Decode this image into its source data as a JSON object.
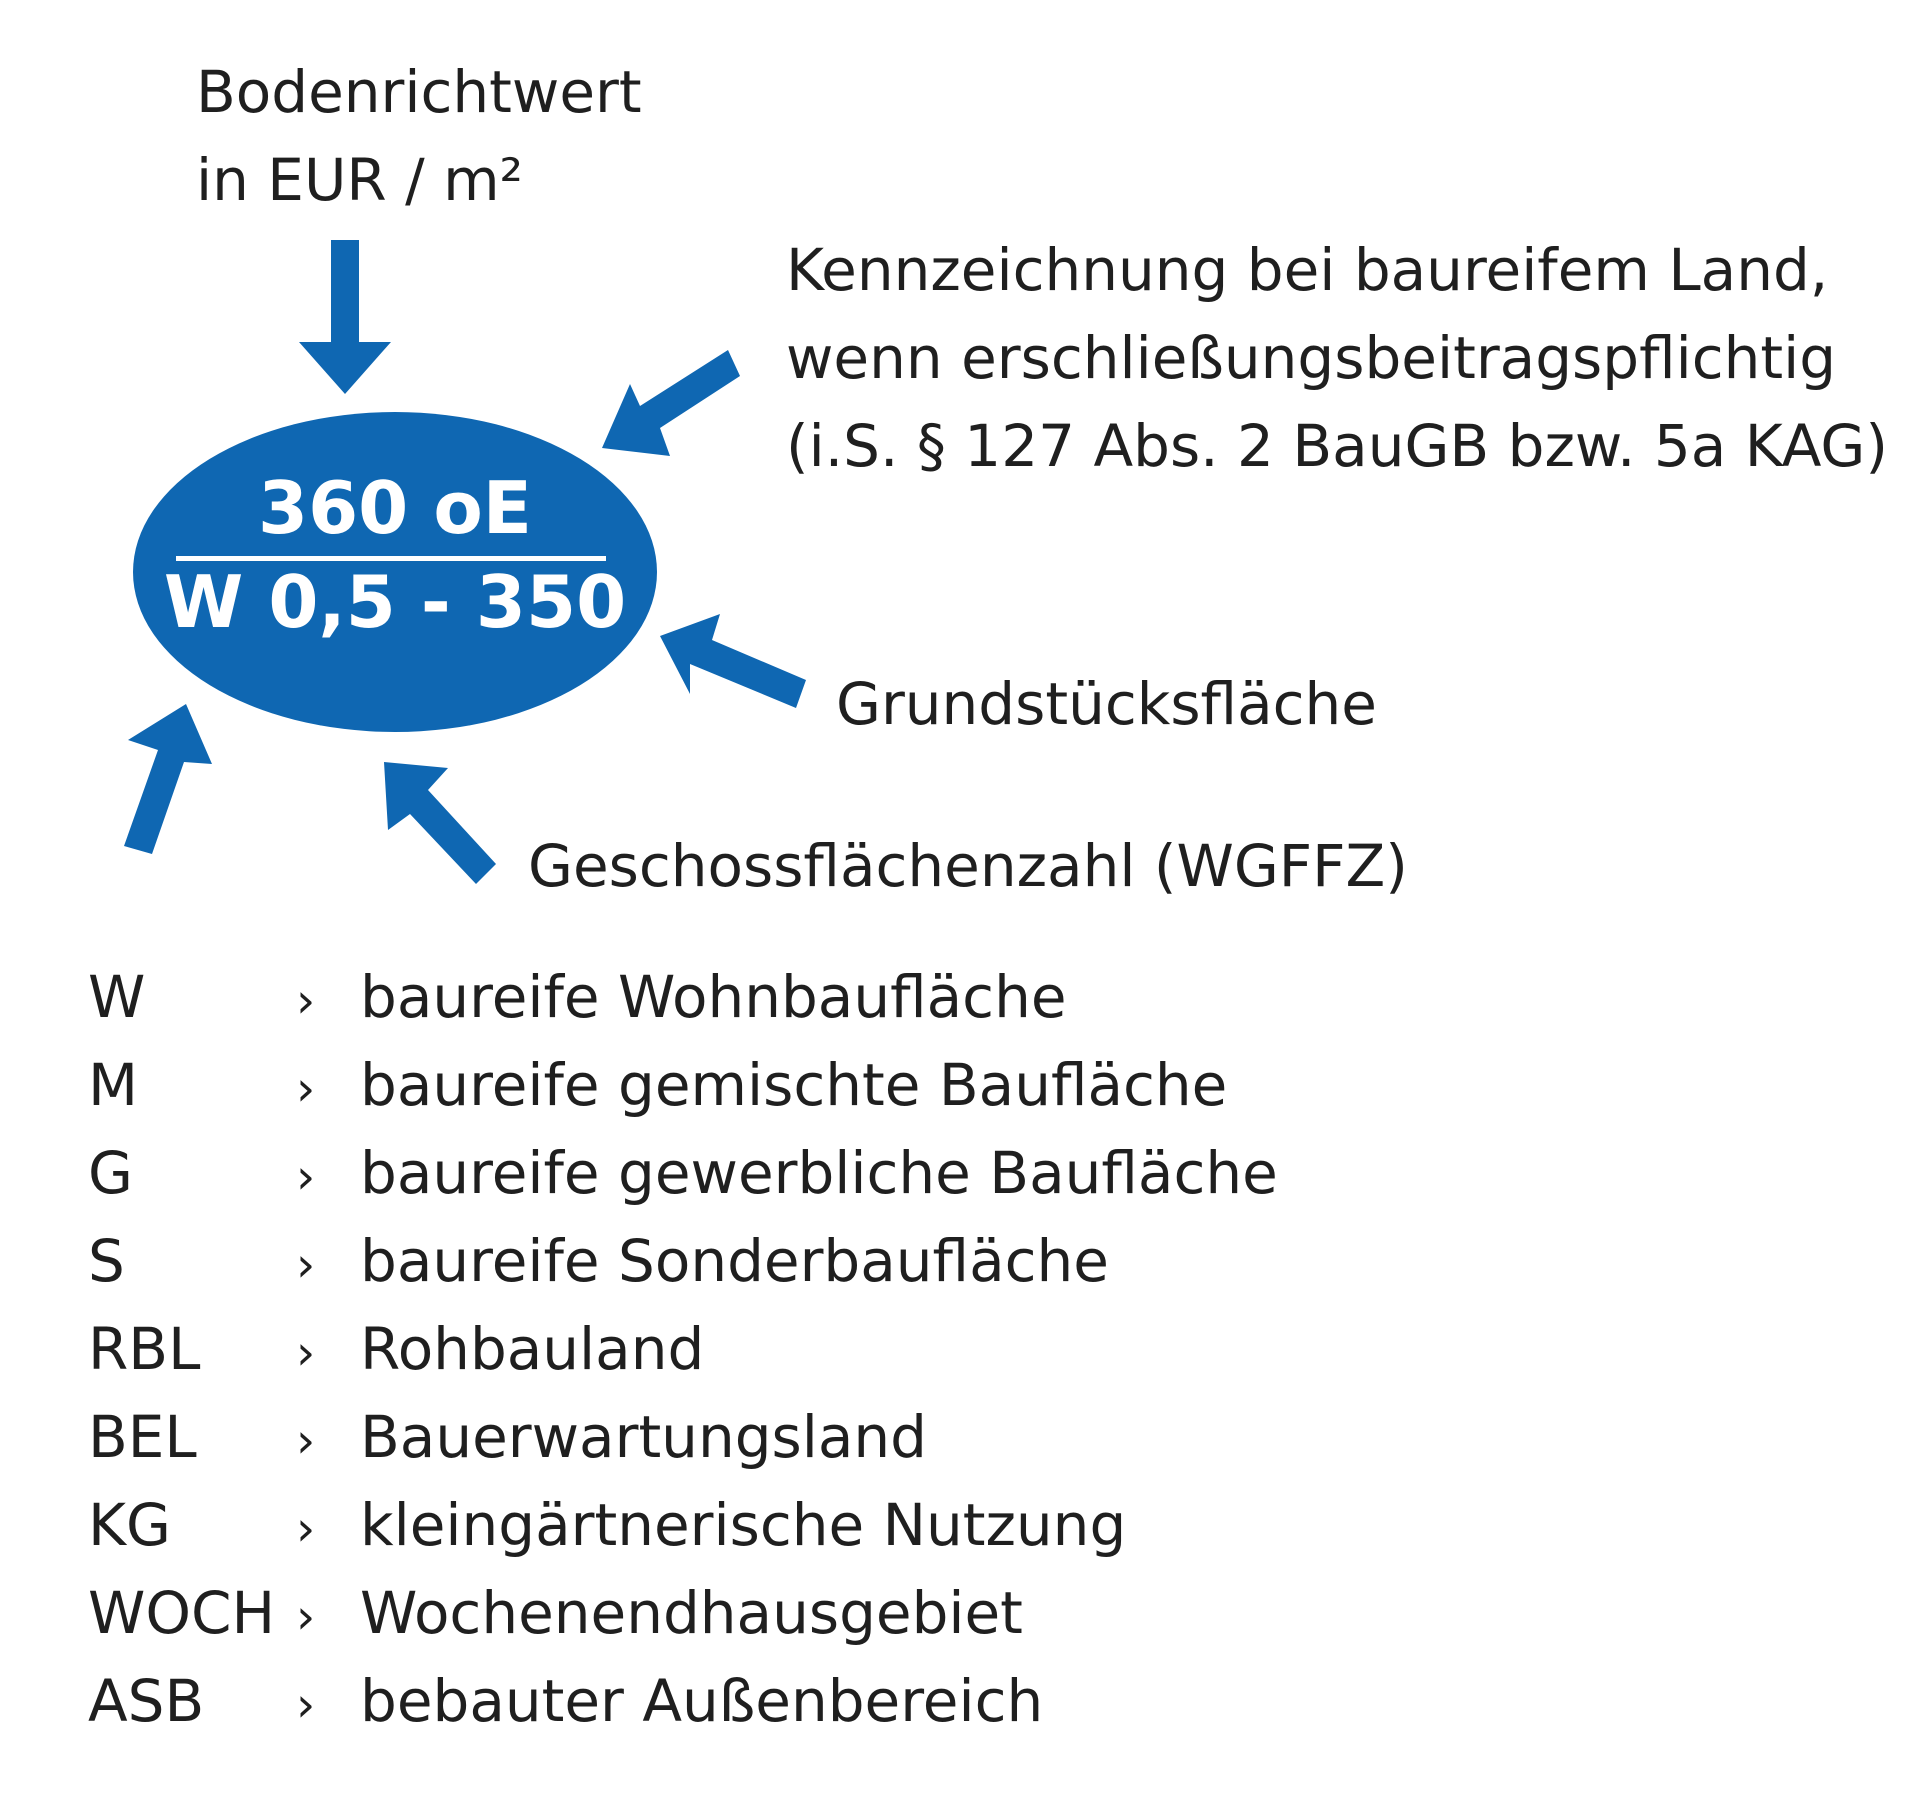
{
  "accent_color": "#0f67b2",
  "value_label": {
    "line1": "Bodenrichtwert",
    "line2": "in EUR / m²"
  },
  "marking_label": {
    "line1": "Kennzeichnung bei baureifem Land,",
    "line2": "wenn erschließungsbeitragspflichtig",
    "line3": "(i.S. § 127 Abs. 2 BauGB bzw. 5a KAG)"
  },
  "area_label": "Grundstücksfläche",
  "gfz_label": "Geschossflächenzahl (WGFFZ)",
  "ellipse": {
    "top": "360 oE",
    "bottom": "W 0,5 - 350"
  },
  "legend": [
    {
      "code": "W",
      "desc": "baureife Wohnbaufläche"
    },
    {
      "code": "M",
      "desc": "baureife gemischte Baufläche"
    },
    {
      "code": "G",
      "desc": "baureife gewerbliche Baufläche"
    },
    {
      "code": "S",
      "desc": "baureife Sonderbaufläche"
    },
    {
      "code": "RBL",
      "desc": "Rohbauland"
    },
    {
      "code": "BEL",
      "desc": "Bauerwartungsland"
    },
    {
      "code": "KG",
      "desc": "kleingärtnerische Nutzung"
    },
    {
      "code": "WOCH",
      "desc": "Wochenendhausgebiet"
    },
    {
      "code": "ASB",
      "desc": "bebauter Außenbereich"
    }
  ],
  "legend_chevron": "›"
}
